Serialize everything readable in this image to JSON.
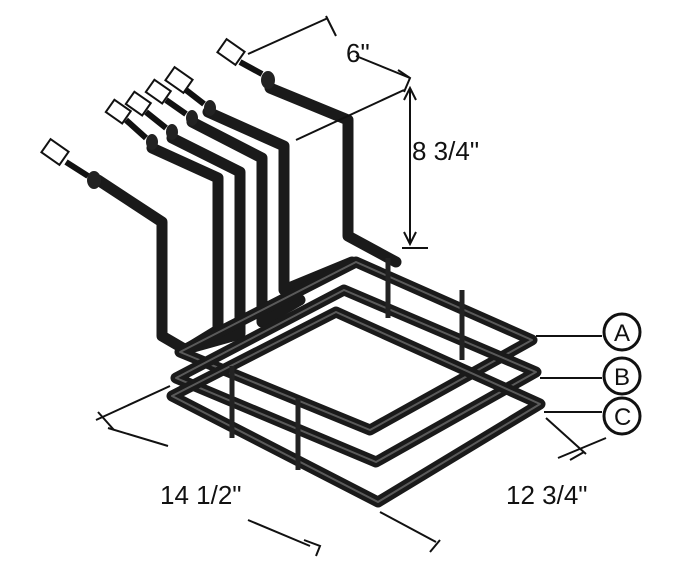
{
  "dimensions": {
    "width_top": "6\"",
    "height": "8 3/4\"",
    "length": "14 1/2\"",
    "depth": "12 3/4\""
  },
  "callouts": {
    "a": "A",
    "b": "B",
    "c": "C"
  },
  "colors": {
    "element": "#1a1a1a",
    "background": "#ffffff"
  }
}
